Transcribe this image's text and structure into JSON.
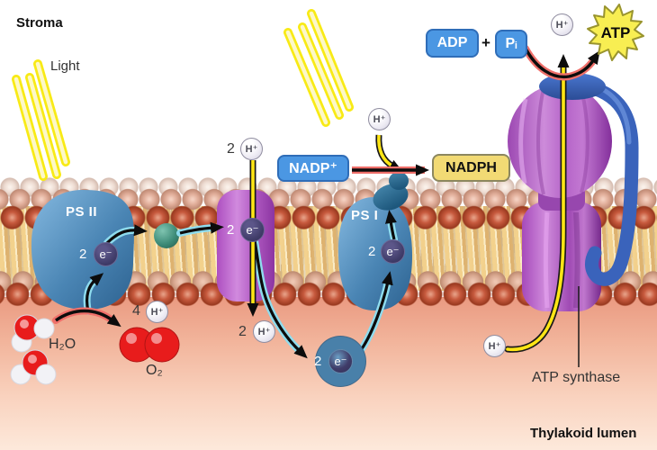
{
  "labels": {
    "stroma": "Stroma",
    "light": "Light",
    "thylakoid_lumen": "Thylakoid lumen",
    "ps2": "PS II",
    "ps1": "PS I",
    "atp_synthase": "ATP synthase",
    "h2o": "H₂O",
    "o2": "O₂",
    "plus": "+"
  },
  "boxes": {
    "nadp": "NADP⁺",
    "nadph": "NADPH",
    "adp": "ADP",
    "pi": "Pᵢ",
    "atp": "ATP"
  },
  "particles": {
    "proton": "H⁺",
    "electron": "e⁻",
    "two": "2",
    "four": "4"
  },
  "colors": {
    "photosystem_blue": "#4a85b4",
    "cytochrome_purple": "#ad4fc0",
    "atp_synthase_purple": "#b564c8",
    "stator_blue": "#3a63bb",
    "plastoquinone_teal": "#3c8a77",
    "electron_circle_navy": "#403c69",
    "membrane_head_red": "#c75a3e",
    "membrane_head_pale": "#e0ad99",
    "membrane_tail_tan": "#f4d28c",
    "lumen_pink": "#f2b59c",
    "light_ray_yellow": "#f8ea16",
    "electron_path_cyan": "#8edcee",
    "proton_path_yellow": "#ffe615",
    "reaction_arrow_red": "#ef6f6a",
    "label_box_blue": "#4b97e3",
    "nadph_box_yellow": "#f2da74",
    "atp_burst_yellow": "#f8ee52"
  }
}
